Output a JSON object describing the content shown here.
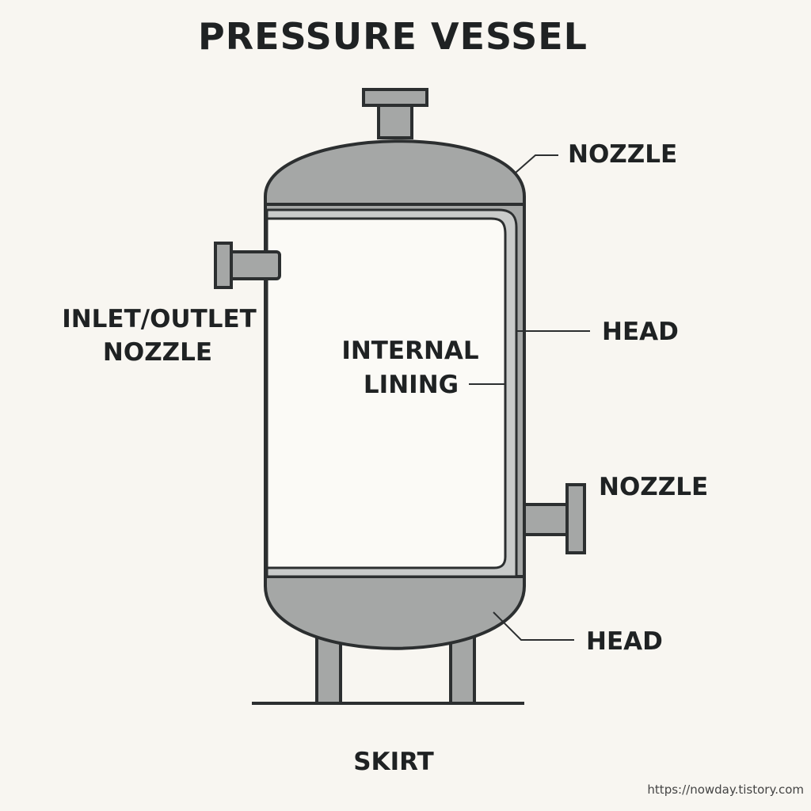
{
  "title": "PRESSURE VESSEL",
  "labels": {
    "nozzle_top": "NOZZLE",
    "head_upper": "HEAD",
    "nozzle_right": "NOZZLE",
    "head_lower": "HEAD",
    "inlet_outlet_line1": "INLET/OUTLET",
    "inlet_outlet_line2": "NOZZLE",
    "internal_lining_line1": "INTERNAL",
    "internal_lining_line2": "LINING",
    "skirt": "SKIRT"
  },
  "credit": "https://nowday.tistory.com",
  "colors": {
    "background": "#f8f6f1",
    "steel": "#a5a7a6",
    "steel_light": "#c9cbca",
    "shell_interior": "#fbfaf6",
    "outline": "#2c2f30",
    "text": "#1f2223"
  }
}
